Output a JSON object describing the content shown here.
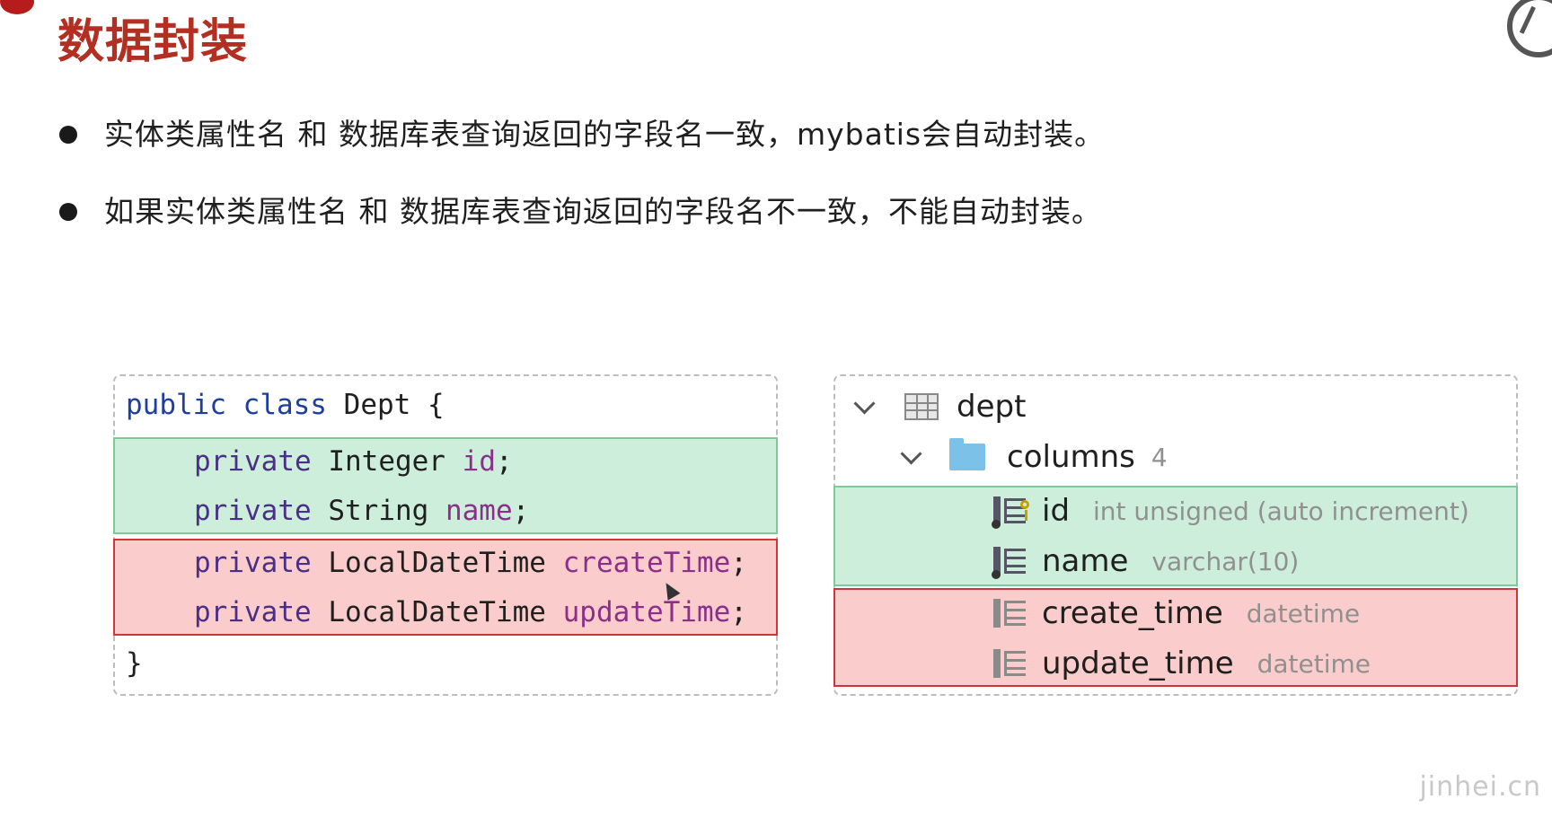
{
  "title": "数据封装",
  "bullets": [
    "实体类属性名 和 数据库表查询返回的字段名一致，mybatis会自动封装。",
    "如果实体类属性名 和 数据库表查询返回的字段名不一致，不能自动封装。"
  ],
  "code": {
    "header": {
      "kw1": "public",
      "kw2": "class",
      "name": "Dept {"
    },
    "fields": [
      {
        "modifier": "private",
        "type": "Integer",
        "name": "id",
        "end": ";"
      },
      {
        "modifier": "private",
        "type": "String",
        "name": "name",
        "end": ";"
      },
      {
        "modifier": "private",
        "type": "LocalDateTime",
        "name": "createTime",
        "end": ";"
      },
      {
        "modifier": "private",
        "type": "LocalDateTime",
        "name": "updateTime",
        "end": ";"
      }
    ],
    "footer": "}"
  },
  "db": {
    "table": "dept",
    "folder_label": "columns",
    "folder_count": "4",
    "columns": [
      {
        "name": "id",
        "type": "int unsigned (auto increment)"
      },
      {
        "name": "name",
        "type": "varchar(10)"
      },
      {
        "name": "create_time",
        "type": "datetime"
      },
      {
        "name": "update_time",
        "type": "datetime"
      }
    ]
  },
  "watermark": "jinhei.cn",
  "colors": {
    "title": "#b22f22",
    "match_bg": "#cdeedb",
    "mismatch_bg": "#fbcccc",
    "mismatch_border": "#d3343a"
  }
}
